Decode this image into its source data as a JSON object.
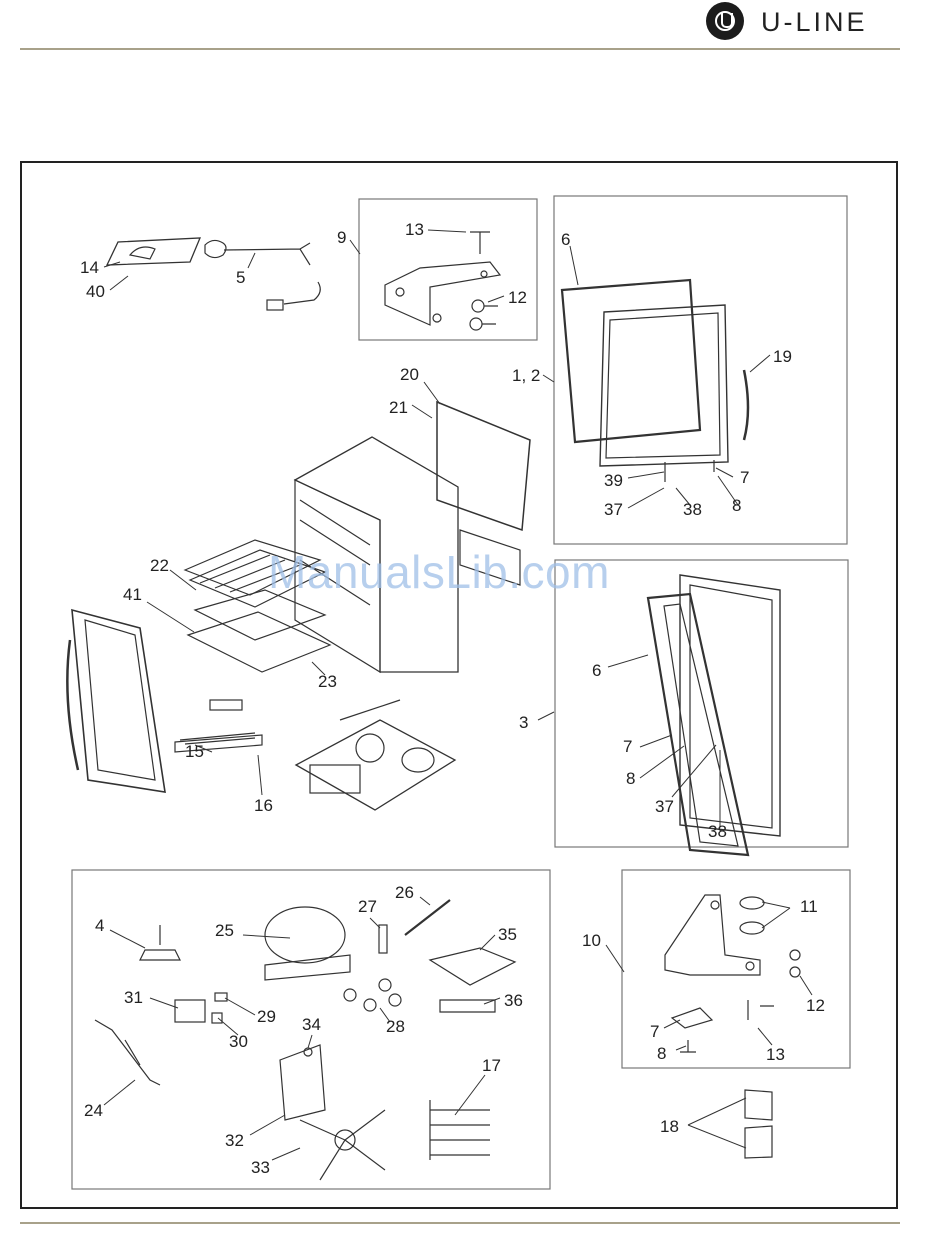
{
  "header": {
    "brand": "U-LINE"
  },
  "watermark": "ManualsLib.com",
  "callouts": {
    "c1": "14",
    "c2": "40",
    "c3": "5",
    "c4": "9",
    "c5": "13",
    "c6": "12",
    "c7": "6",
    "c8": "1, 2",
    "c9": "19",
    "c10": "20",
    "c11": "21",
    "c12": "39",
    "c13": "7",
    "c14": "37",
    "c15": "38",
    "c16": "8",
    "c17": "22",
    "c18": "41",
    "c19": "23",
    "c20": "15",
    "c21": "16",
    "c22": "6",
    "c23": "3",
    "c24": "7",
    "c25": "8",
    "c26": "37",
    "c27": "38",
    "c28": "4",
    "c29": "25",
    "c30": "27",
    "c31": "26",
    "c32": "35",
    "c33": "36",
    "c34": "31",
    "c35": "29",
    "c36": "30",
    "c37": "28",
    "c38": "34",
    "c39": "24",
    "c40": "17",
    "c41": "32",
    "c42": "33",
    "c43": "10",
    "c44": "11",
    "c45": "12",
    "c46": "7",
    "c47": "8",
    "c48": "13",
    "c49": "18"
  },
  "colors": {
    "rule": "#a8a18a",
    "frame": "#222222",
    "watermark": "#9fbfe8"
  }
}
